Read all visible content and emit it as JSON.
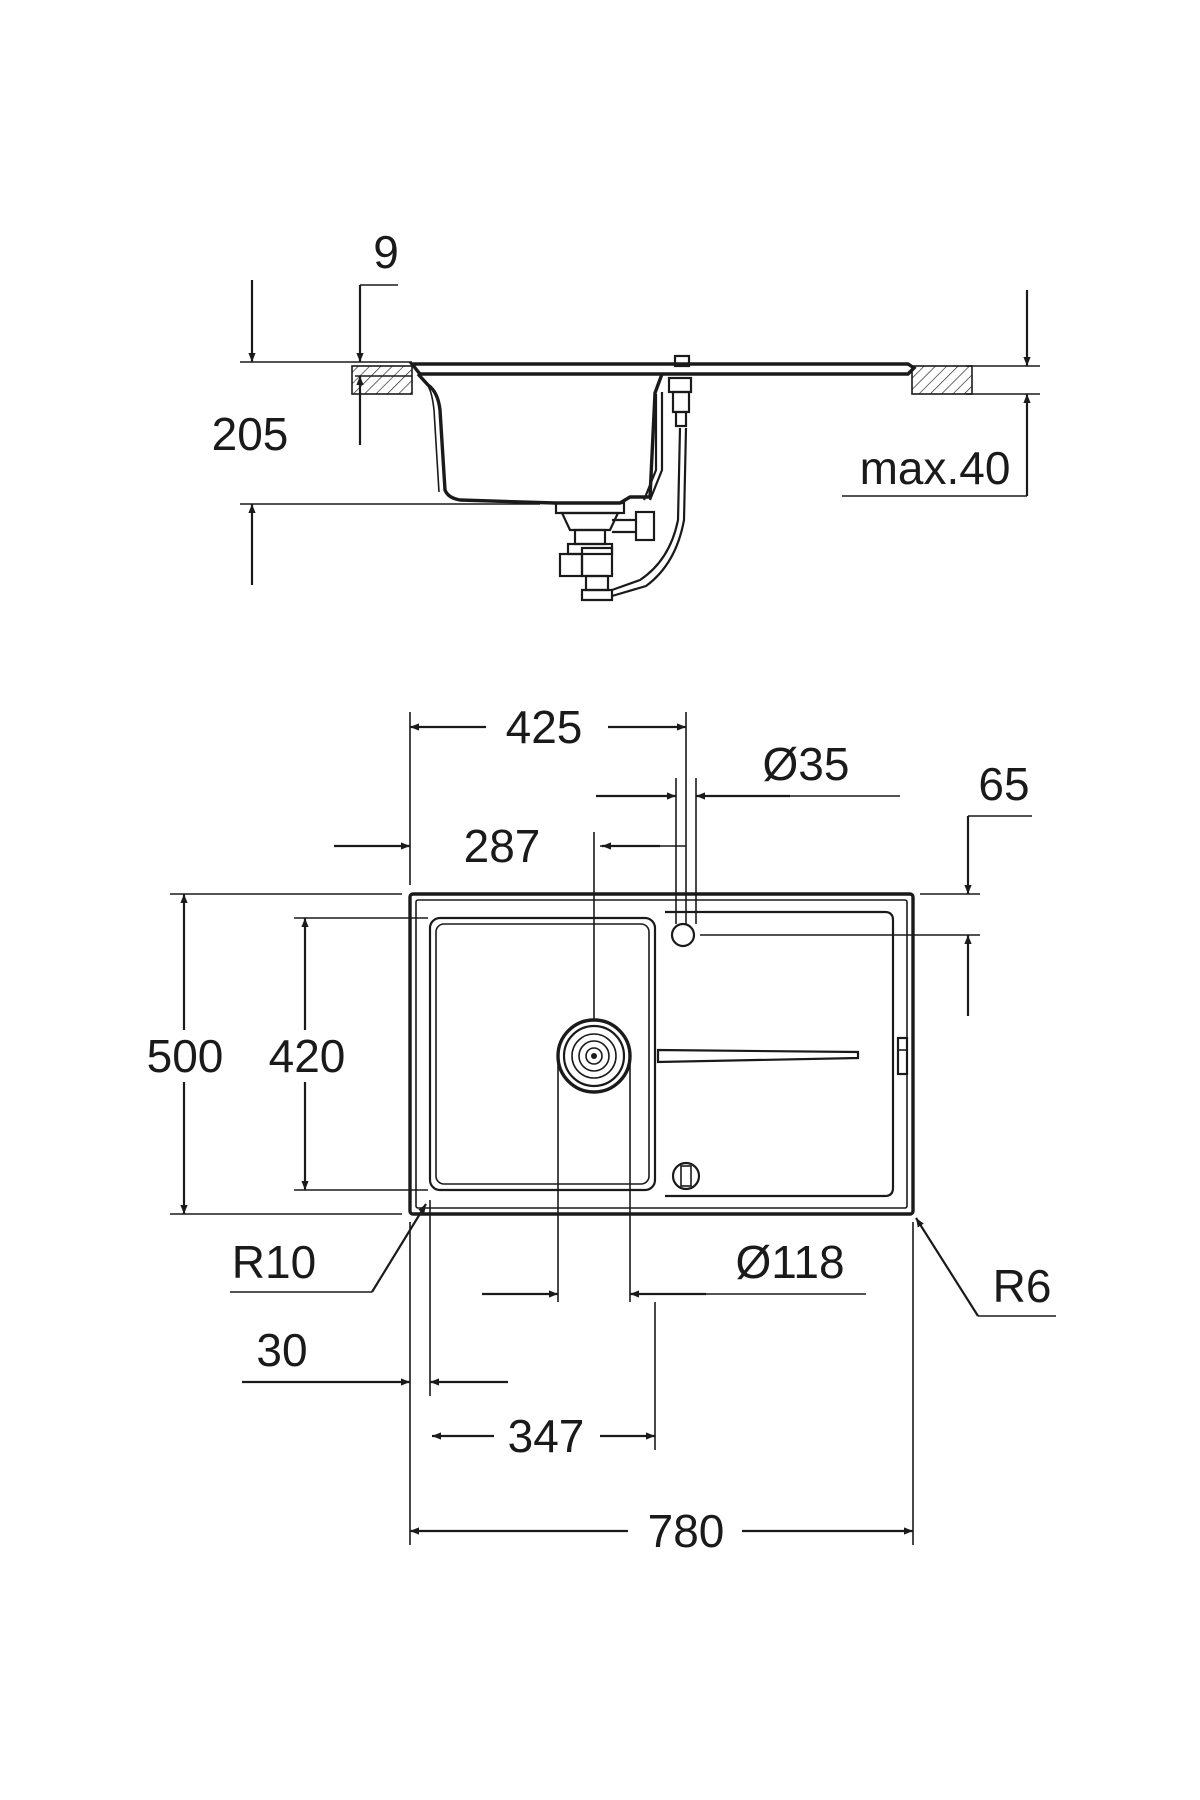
{
  "side_view": {
    "labels": {
      "rim_thickness": "9",
      "bowl_depth": "205",
      "max_worktop": "max.40"
    }
  },
  "top_view": {
    "labels": {
      "bowl_offset": "425",
      "tap_hole_diameter": "Ø35",
      "tap_hole_edge": "65",
      "drain_offset": "287",
      "overall_depth": "500",
      "bowl_depth_inner": "420",
      "corner_radius_left": "R10",
      "waste_diameter": "Ø118",
      "corner_radius_right": "R6",
      "edge_30": "30",
      "bowl_width": "347",
      "overall_width": "780"
    }
  }
}
